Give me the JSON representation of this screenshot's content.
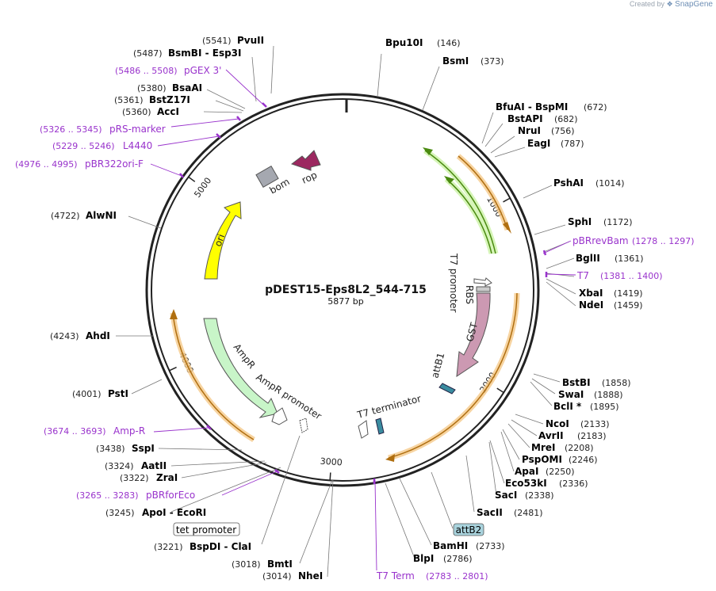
{
  "watermark": {
    "prefix": "Created by",
    "brand": "SnapGene"
  },
  "plasmid": {
    "name": "pDEST15-Eps8L2_544-715",
    "size_label": "5877 bp",
    "length": 5877
  },
  "ticks": [
    {
      "pos": 1000,
      "label": "1000"
    },
    {
      "pos": 2000,
      "label": "2000"
    },
    {
      "pos": 3000,
      "label": "3000"
    },
    {
      "pos": 4000,
      "label": "4000"
    },
    {
      "pos": 5000,
      "label": "5000"
    }
  ],
  "features": [
    {
      "name": "rop",
      "label": "rop",
      "color": "#9c2860"
    },
    {
      "name": "bom",
      "label": "bom",
      "color": "#a5a8b0"
    },
    {
      "name": "ori",
      "label": "ori",
      "color": "#ffff00"
    },
    {
      "name": "ampr",
      "label": "AmpR",
      "color": "#c8f5c8"
    },
    {
      "name": "ampr-promoter",
      "label": "AmpR promoter",
      "color": "#ffffff"
    },
    {
      "name": "t7-promoter",
      "label": "T7 promoter",
      "color": "#ffffff"
    },
    {
      "name": "rbs",
      "label": "RBS",
      "color": "#cccccc"
    },
    {
      "name": "gst",
      "label": "GST",
      "color": "#cc99b2"
    },
    {
      "name": "attb1",
      "label": "attB1",
      "color": "#3a8ca0"
    },
    {
      "name": "t7-terminator",
      "label": "T7 terminator",
      "color": "#ffffff"
    }
  ],
  "enzymes_right": [
    {
      "name": "Bpu10I",
      "pos": "(146)"
    },
    {
      "name": "BsmI",
      "pos": "(373)"
    },
    {
      "name": "BfuAI  -  BspMI",
      "pos": "(672)"
    },
    {
      "name": "BstAPI",
      "pos": "(682)"
    },
    {
      "name": "NruI",
      "pos": "(756)"
    },
    {
      "name": "EagI",
      "pos": "(787)"
    },
    {
      "name": "PshAI",
      "pos": "(1014)"
    },
    {
      "name": "SphI",
      "pos": "(1172)"
    },
    {
      "name": "BglII",
      "pos": "(1361)"
    },
    {
      "name": "XbaI",
      "pos": "(1419)"
    },
    {
      "name": "NdeI",
      "pos": "(1459)"
    },
    {
      "name": "BstBI",
      "pos": "(1858)"
    },
    {
      "name": "SwaI",
      "pos": "(1888)"
    },
    {
      "name": "BclI *",
      "pos": "(1895)"
    },
    {
      "name": "NcoI",
      "pos": "(2133)"
    },
    {
      "name": "AvrII",
      "pos": "(2183)"
    },
    {
      "name": "MreI",
      "pos": "(2208)"
    },
    {
      "name": "PspOMI",
      "pos": "(2246)"
    },
    {
      "name": "ApaI",
      "pos": "(2250)"
    },
    {
      "name": "Eco53kI",
      "pos": "(2336)"
    },
    {
      "name": "SacI",
      "pos": "(2338)"
    },
    {
      "name": "SacII",
      "pos": "(2481)"
    },
    {
      "name": "BamHI",
      "pos": "(2733)"
    },
    {
      "name": "BlpI",
      "pos": "(2786)"
    }
  ],
  "primers_right": [
    {
      "name": "pBRrevBam",
      "pos": "(1278 .. 1297)"
    },
    {
      "name": "T7",
      "pos": "(1381 .. 1400)"
    },
    {
      "name": "T7 Term",
      "pos": "(2783 .. 2801)"
    }
  ],
  "enzymes_left": [
    {
      "name": "PvuII",
      "pos": "(5541)"
    },
    {
      "name": "BsmBI  -  Esp3I",
      "pos": "(5487)"
    },
    {
      "name": "BsaAI",
      "pos": "(5380)"
    },
    {
      "name": "BstZ17I",
      "pos": "(5361)"
    },
    {
      "name": "AccI",
      "pos": "(5360)"
    },
    {
      "name": "AlwNI",
      "pos": "(4722)"
    },
    {
      "name": "AhdI",
      "pos": "(4243)"
    },
    {
      "name": "PstI",
      "pos": "(4001)"
    },
    {
      "name": "SspI",
      "pos": "(3438)"
    },
    {
      "name": "AatII",
      "pos": "(3324)"
    },
    {
      "name": "ZraI",
      "pos": "(3322)"
    },
    {
      "name": "ApoI  -  EcoRI",
      "pos": "(3245)"
    },
    {
      "name": "BspDI  -  ClaI",
      "pos": "(3221)"
    },
    {
      "name": "BmtI",
      "pos": "(3018)"
    },
    {
      "name": "NheI",
      "pos": "(3014)"
    }
  ],
  "primers_left": [
    {
      "name": "pGEX 3'",
      "pos": "(5486 .. 5508)"
    },
    {
      "name": "pRS-marker",
      "pos": "(5326 .. 5345)"
    },
    {
      "name": "L4440",
      "pos": "(5229 .. 5246)"
    },
    {
      "name": "pBR322ori-F",
      "pos": "(4976 .. 4995)"
    },
    {
      "name": "Amp-R",
      "pos": "(3674 .. 3693)"
    },
    {
      "name": "pBRforEco",
      "pos": "(3265 .. 3283)"
    }
  ],
  "boxed_labels": [
    {
      "name": "attB2",
      "fill": "#a9d3dd"
    },
    {
      "name": "tet promoter",
      "fill": "#ffffff"
    }
  ],
  "colors": {
    "enzyme": "#000000",
    "position": "#222222",
    "primer": "#9933cc",
    "leader": "#777777",
    "backbone": "#222222",
    "orange_feature": "#f0a030",
    "green_feature": "#66aa22"
  }
}
